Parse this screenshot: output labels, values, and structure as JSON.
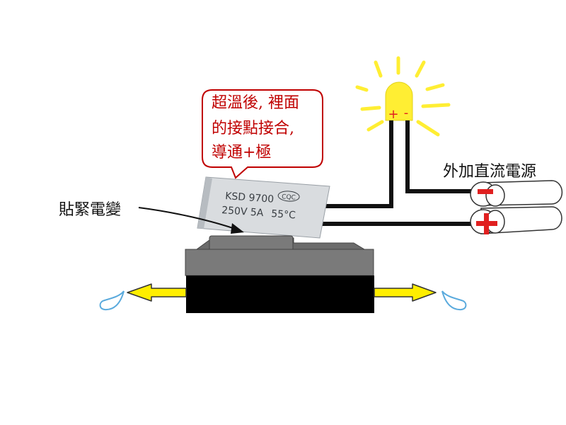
{
  "callout": {
    "lines": [
      "超溫後, 裡面",
      "的接點接合,",
      "導通+極"
    ]
  },
  "thermostat": {
    "model": "KSD 9700",
    "cert": "CQC",
    "rating": "250V 5A",
    "temp": "55°C"
  },
  "labels": {
    "attach": "貼緊電變",
    "power": "外加直流電源"
  },
  "led": {
    "plus": "+",
    "minus": "-"
  },
  "battery": {
    "minus": "-",
    "plus": "+"
  },
  "colors": {
    "callout_text": "#c00000",
    "callout_border": "#c00000",
    "wire": "#111111",
    "led_glow": "#ffee33",
    "arrow_fill": "#ffee00",
    "polarity": "#e02020",
    "drop": "#5aaadd"
  }
}
